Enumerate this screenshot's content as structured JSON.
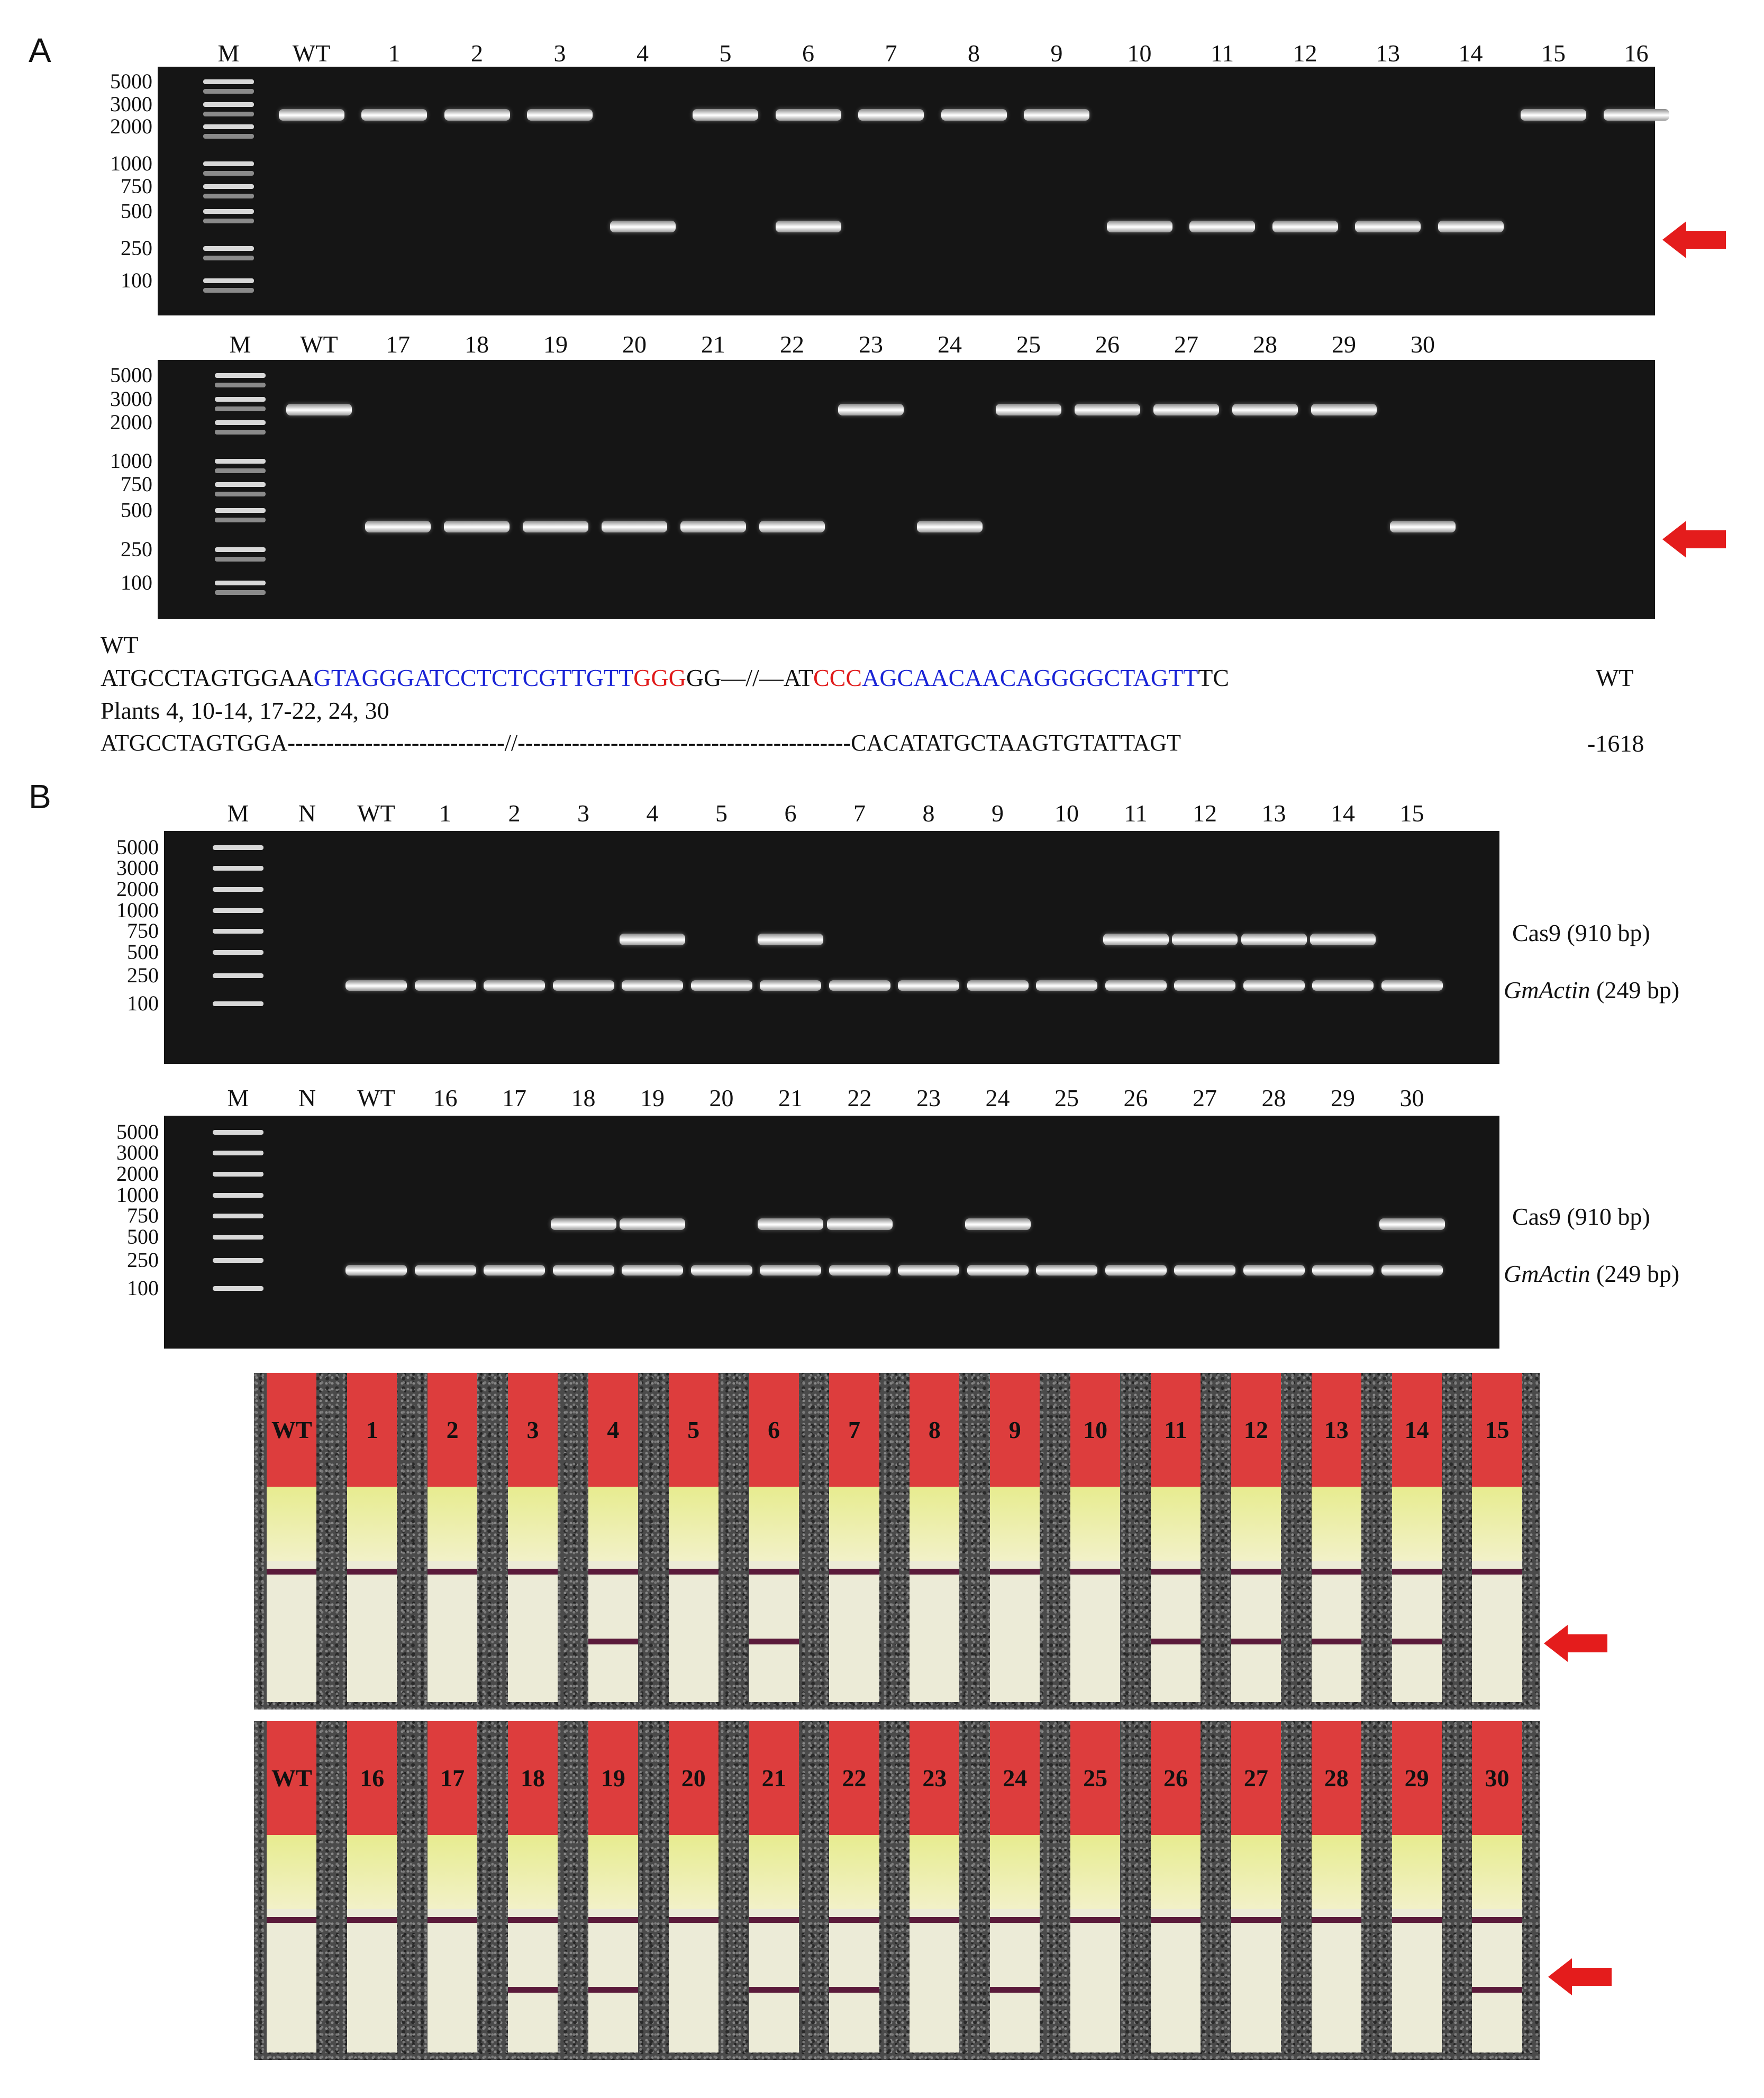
{
  "panel_a": {
    "letter": "A",
    "gel1_lanes": [
      "M",
      "WT",
      "1",
      "2",
      "3",
      "4",
      "5",
      "6",
      "7",
      "8",
      "9",
      "10",
      "11",
      "12",
      "13",
      "14",
      "15",
      "16"
    ],
    "gel2_lanes": [
      "M",
      "WT",
      "17",
      "18",
      "19",
      "20",
      "21",
      "22",
      "23",
      "24",
      "25",
      "26",
      "27",
      "28",
      "29",
      "30"
    ],
    "ladder": [
      "5000",
      "3000",
      "2000",
      "1000",
      "750",
      "500",
      "250",
      "100"
    ],
    "gel1_bands": [
      "none",
      "large",
      "large",
      "large",
      "large",
      "small",
      "large",
      "both",
      "large",
      "large",
      "large",
      "small",
      "small",
      "small",
      "small",
      "small",
      "large",
      "large"
    ],
    "gel2_bands": [
      "none",
      "large",
      "small",
      "small",
      "small",
      "small",
      "small",
      "small",
      "large",
      "small",
      "large",
      "large",
      "large",
      "large",
      "large",
      "small"
    ],
    "seq": {
      "wt_label": "WT",
      "wt_part1": "ATGCCTAGTGGAA",
      "wt_part2": "GTAGGGATCCTCTCGTTGTT",
      "wt_part3": "GGG",
      "wt_part4": "GG—//—AT",
      "wt_part5": "CCC",
      "wt_part6": "AGCAACAACAGGGGCTAGTT",
      "wt_part7": "TC",
      "wt_tag": "WT",
      "plants_label": "Plants 4, 10-14, 17-22, 24, 30",
      "mut_seq": "ATGCCTAGTGGA----------------------------//-------------------------------------------CACATATGCTAAGTGTATTAGT",
      "mut_tag": "-1618"
    }
  },
  "panel_b": {
    "letter": "B",
    "gel1_lanes": [
      "M",
      "N",
      "WT",
      "1",
      "2",
      "3",
      "4",
      "5",
      "6",
      "7",
      "8",
      "9",
      "10",
      "11",
      "12",
      "13",
      "14",
      "15"
    ],
    "gel2_lanes": [
      "M",
      "N",
      "WT",
      "16",
      "17",
      "18",
      "19",
      "20",
      "21",
      "22",
      "23",
      "24",
      "25",
      "26",
      "27",
      "28",
      "29",
      "30"
    ],
    "ladder": [
      "5000",
      "3000",
      "2000",
      "1000",
      "750",
      "500",
      "250",
      "100"
    ],
    "gel1_cas9": [
      false,
      false,
      false,
      false,
      false,
      false,
      true,
      false,
      true,
      false,
      false,
      false,
      false,
      true,
      true,
      true,
      true,
      false
    ],
    "gel2_cas9": [
      false,
      false,
      false,
      false,
      false,
      true,
      true,
      false,
      true,
      true,
      false,
      true,
      false,
      false,
      false,
      false,
      false,
      true
    ],
    "cas9_label": "Cas9 (910 bp)",
    "actin_gene": "GmActin",
    "actin_size": " (249 bp)"
  },
  "strips": {
    "row1": [
      "WT",
      "1",
      "2",
      "3",
      "4",
      "5",
      "6",
      "7",
      "8",
      "9",
      "10",
      "11",
      "12",
      "13",
      "14",
      "15"
    ],
    "row2": [
      "WT",
      "16",
      "17",
      "18",
      "19",
      "20",
      "21",
      "22",
      "23",
      "24",
      "25",
      "26",
      "27",
      "28",
      "29",
      "30"
    ],
    "row1_test": [
      false,
      false,
      false,
      false,
      true,
      false,
      true,
      false,
      false,
      false,
      false,
      true,
      true,
      true,
      true,
      false
    ],
    "row2_test": [
      false,
      false,
      false,
      true,
      true,
      false,
      true,
      true,
      false,
      true,
      false,
      false,
      false,
      false,
      false,
      true
    ],
    "arrow_color": "#e41c1c",
    "cap_color": "#dd3d3d"
  }
}
